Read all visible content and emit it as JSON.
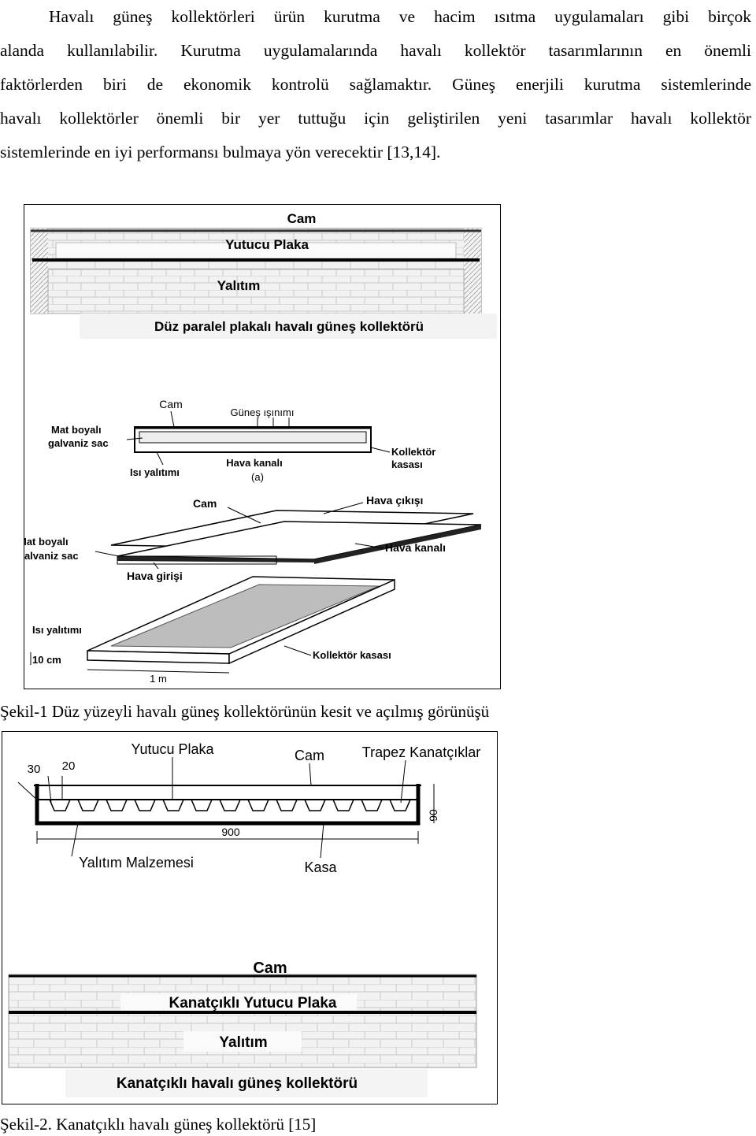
{
  "paragraph": {
    "lines": [
      "Havalı güneş kollektörleri ürün kurutma ve hacim ısıtma uygulamaları gibi birçok",
      "alanda kullanılabilir. Kurutma uygulamalarında havalı kollektör tasarımlarının en önemli",
      "faktörlerden biri de ekonomik kontrolü sağlamaktır. Güneş enerjili kurutma sistemlerinde",
      "havalı kollektörler önemli bir yer tuttuğu için geliştirilen yeni tasarımlar havalı kollektör",
      "sistemlerinde en iyi performansı bulmaya yön verecektir [13,14]."
    ]
  },
  "figure1": {
    "caption": "Şekil-1 Düz yüzeyli havalı güneş kollektörünün kesit ve açılmış görünüşü",
    "top_panel": {
      "glass": "Cam",
      "absorber": "Yutucu Plaka",
      "insulation": "Yalıtım",
      "title": "Düz paralel plakalı havalı güneş kollektörü"
    },
    "section_a": {
      "glass": "Cam",
      "solar": "Güneş ışınımı",
      "painted_sheet": [
        "Mat boyalı",
        "galvaniz sac"
      ],
      "frame": [
        "Kollektör",
        "kasası"
      ],
      "insulation": "Isı yalıtımı",
      "air_channel": "Hava kanalı",
      "tag": "(a)"
    },
    "exploded": {
      "glass": "Cam",
      "air_outlet": "Hava çıkışı",
      "painted_sheet": [
        "Mat boyalı",
        "galvaniz sac"
      ],
      "air_channel": "Hava kanalı",
      "air_inlet": "Hava girişi",
      "insulation": "Isı yalıtımı",
      "thickness": "10 cm",
      "frame": "Kollektör kasası",
      "length": "1 m"
    }
  },
  "figure2": {
    "caption": "Şekil-2. Kanatçıklı havalı güneş kollektörü [15]",
    "section": {
      "absorber": "Yutucu Plaka",
      "glass": "Cam",
      "fins": "Trapez Kanatçıklar",
      "dim_30": "30",
      "dim_20": "20",
      "dim_90": "90",
      "dim_900": "900",
      "insulation": "Yalıtım Malzemesi",
      "frame": "Kasa"
    },
    "bottom_panel": {
      "glass": "Cam",
      "absorber": "Kanatçıklı Yutucu Plaka",
      "insulation": "Yalıtım",
      "title": "Kanatçıklı havalı güneş kollektörü"
    }
  }
}
